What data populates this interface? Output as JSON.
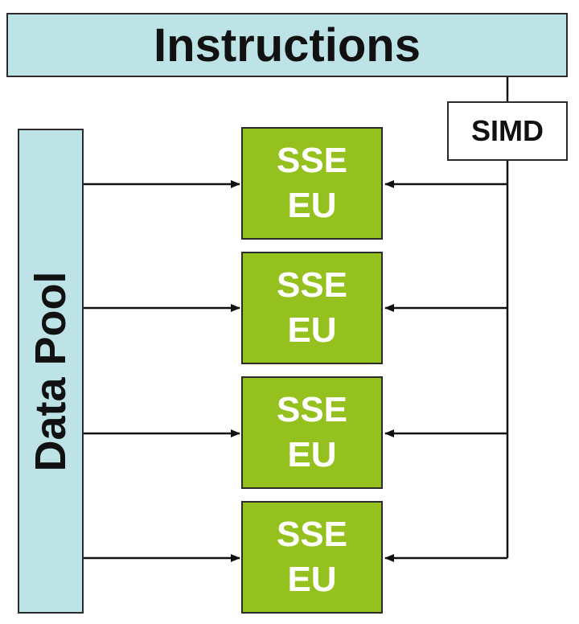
{
  "diagram": {
    "instructions_label": "Instructions",
    "data_pool_label": "Data Pool",
    "simd_label": "SIMD",
    "units": [
      {
        "line1": "SSE",
        "line2": "EU"
      },
      {
        "line1": "SSE",
        "line2": "EU"
      },
      {
        "line1": "SSE",
        "line2": "EU"
      },
      {
        "line1": "SSE",
        "line2": "EU"
      }
    ]
  },
  "colors": {
    "box_fill_blue": "#bde3e7",
    "eu_fill_green": "#95c11f",
    "line": "#111111"
  }
}
